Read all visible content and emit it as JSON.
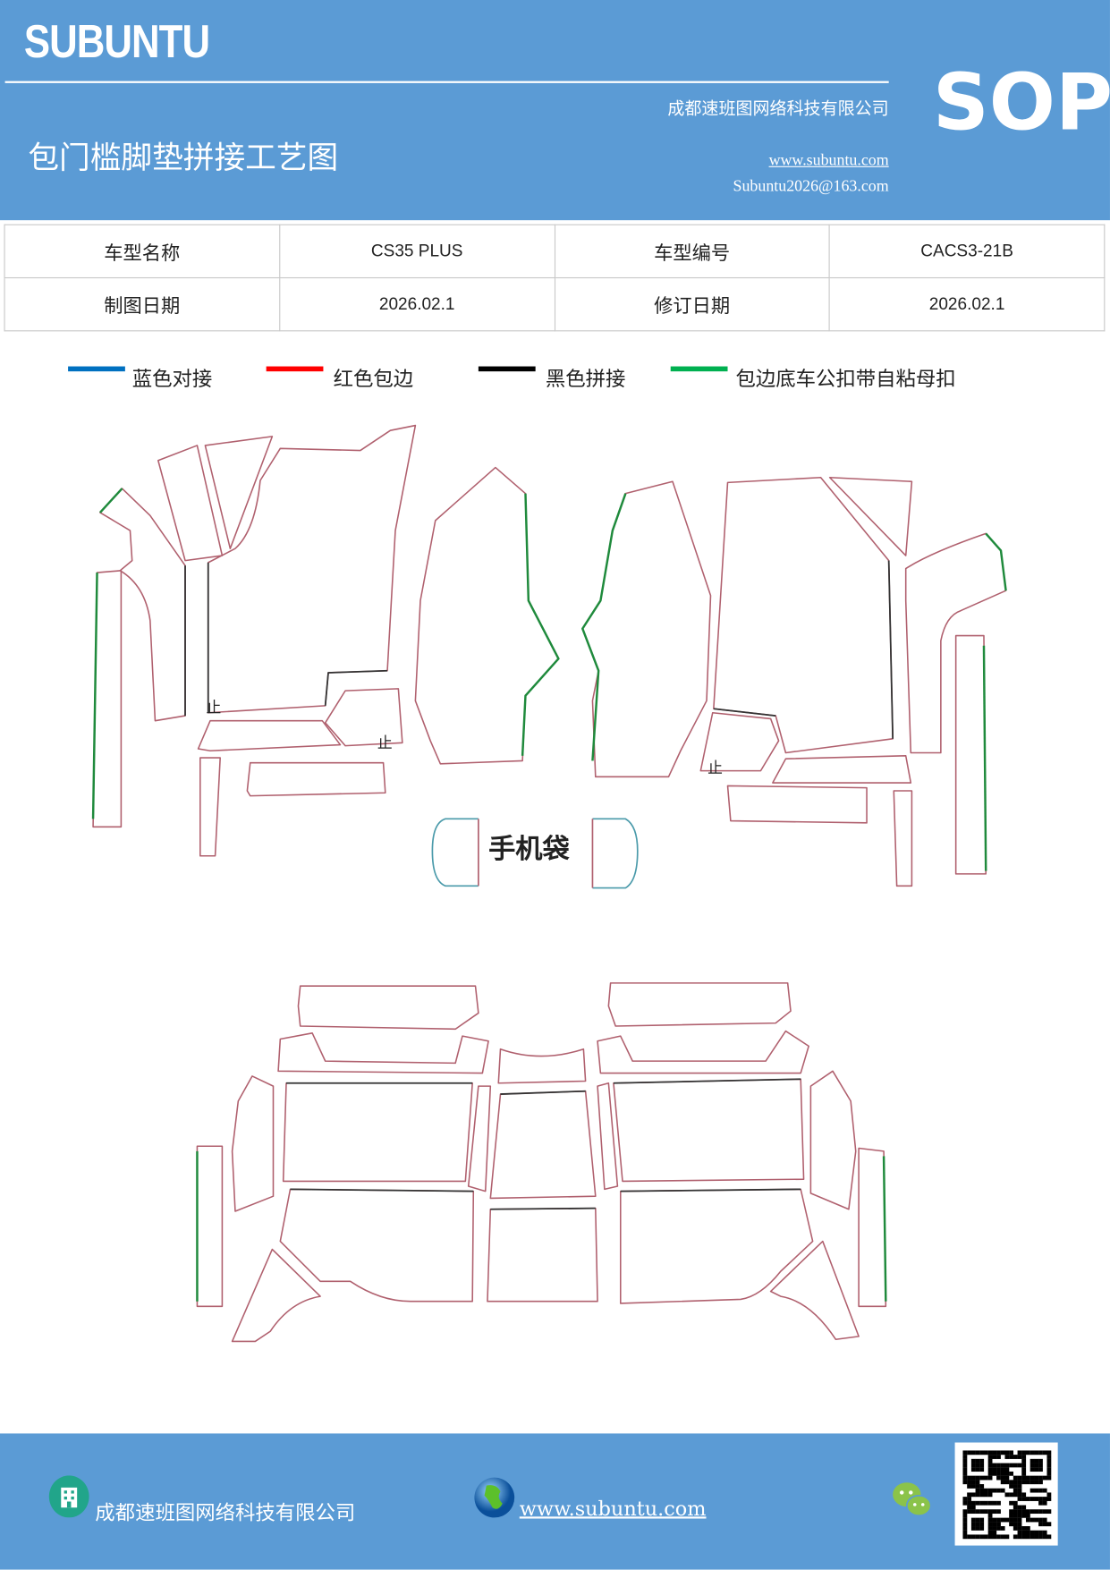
{
  "header": {
    "brand": "SUBUNTU",
    "company": "成都速班图网络科技有限公司",
    "title": "包门槛脚垫拼接工艺图",
    "website": "www.subuntu.com",
    "email": "Subuntu2026@163.com",
    "badge": "SOP"
  },
  "info_table": {
    "rows": [
      [
        "车型名称",
        "CS35 PLUS",
        "车型编号",
        "CACS3-21B"
      ],
      [
        "制图日期",
        "2026.02.1",
        "修订日期",
        "2026.02.1"
      ]
    ]
  },
  "legend": [
    {
      "label": "蓝色对接",
      "color": "#0070c0"
    },
    {
      "label": "红色包边",
      "color": "#ff0000"
    },
    {
      "label": "黑色拼接",
      "color": "#000000"
    },
    {
      "label": "包边底车公扣带自粘母扣",
      "color": "#00b050"
    }
  ],
  "drawing": {
    "phone_pocket_label": "手机袋",
    "stop_mark": "止",
    "colors": {
      "seam": "#333333",
      "edge": "#b0606e",
      "velcro": "#1f8a3c",
      "pocket": "#4a9aaa"
    }
  },
  "footer": {
    "company": "成都速班图网络科技有限公司",
    "website": "www.subuntu.com",
    "icons": [
      "building-icon",
      "globe-icon",
      "wechat-icon",
      "qr-code"
    ]
  }
}
